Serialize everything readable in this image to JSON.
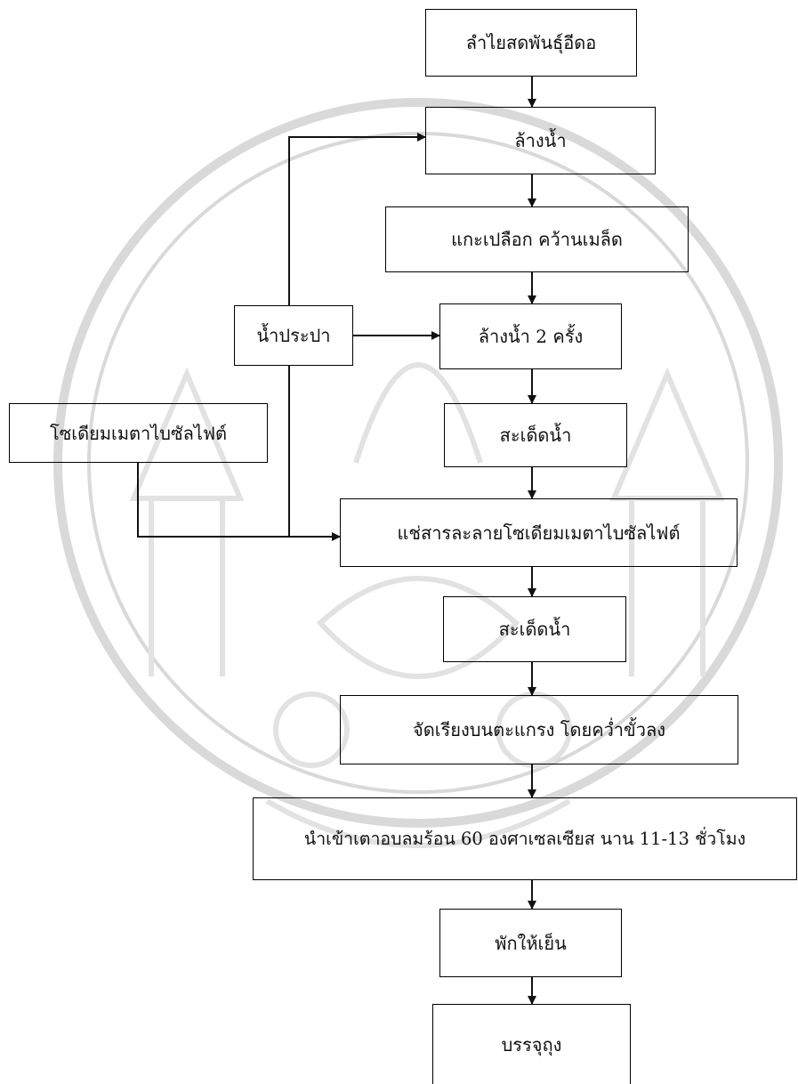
{
  "steps": {
    "fresh_longan": "ลำไยสดพันธุ์อีดอ",
    "wash_water": "ล้างน้ำ",
    "peel_pit": "แกะเปลือก คว้านเมล็ด",
    "wash_twice": "ล้างน้ำ 2 ครั้ง",
    "drain_1": "สะเด็ดน้ำ",
    "soak_solution": "แช่สารละลายโซเดียมเมตาไบซัลไฟต์",
    "drain_2": "สะเด็ดน้ำ",
    "arrange_trays": "จัดเรียงบนตะแกรง โดยคว่ำขั้วลง",
    "hot_air_oven": "นำเข้าเตาอบลมร้อน 60 องศาเซลเซียส นาน 11-13 ชั่วโมง",
    "cool_down": "พักให้เย็น",
    "bagging": "บรรจุถุง"
  },
  "inputs": {
    "tap_water": "น้ำประปา",
    "sodium_metabisulfite": "โซเดียมเมตาไบซัลไฟต์"
  },
  "colors": {
    "line": "#111111",
    "watermark": "#cfcfcf"
  }
}
